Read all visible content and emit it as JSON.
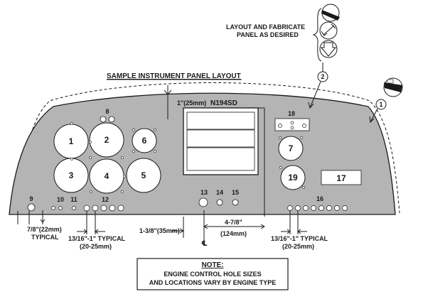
{
  "labels": {
    "layout_note": "LAYOUT AND FABRICATE",
    "layout_note2": "PANEL AS DESIRED",
    "title": "SAMPLE INSTRUMENT PANEL LAYOUT",
    "tail_number": "N194SD",
    "top_margin": "1\"(25mm)",
    "dim_left_a": "7/8\"(22mm)",
    "dim_left_b": "TYPICAL",
    "dim_mid_a": "13/16\"-1\" TYPICAL",
    "dim_mid_b": "(20-25mm)",
    "dim_center": "1-3/8\"(35mm)",
    "dim_width_a": "4-7/8\"",
    "dim_width_b": "(124mm)",
    "centerline": "℄",
    "dim_right_a": "13/16\"-1\" TYPICAL",
    "dim_right_b": "(20-25mm)",
    "note_title": "NOTE:",
    "note_line1": "ENGINE CONTROL HOLE SIZES",
    "note_line2": "AND LOCATIONS VARY BY ENGINE TYPE"
  },
  "callouts": {
    "c1": "1",
    "c2": "2"
  },
  "instruments": {
    "i1": "1",
    "i2": "2",
    "i3": "3",
    "i4": "4",
    "i5": "5",
    "i6": "6",
    "i7": "7",
    "i8": "8",
    "i9": "9",
    "i10": "10",
    "i11": "11",
    "i12": "12",
    "i13": "13",
    "i14": "14",
    "i15": "15",
    "i16": "16",
    "i17": "17",
    "i18": "18",
    "i19": "19"
  }
}
